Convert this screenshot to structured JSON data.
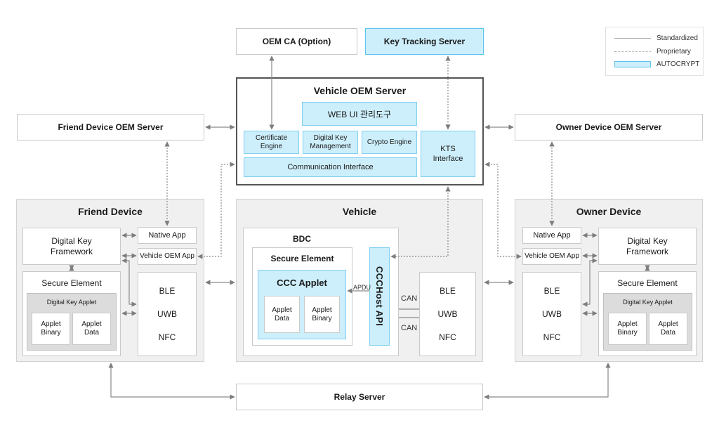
{
  "legend": {
    "standardized": "Standardized",
    "proprietary": "Proprietary",
    "autocrypt": "AUTOCRYPT"
  },
  "colors": {
    "autocrypt_fill": "#cdeefb",
    "autocrypt_border": "#7fd0f0",
    "group_fill": "#f0f0f0",
    "connector": "#8a8a8a"
  },
  "top": {
    "oem_ca": "OEM CA (Option)",
    "key_tracking_server": "Key Tracking Server"
  },
  "vehicle_oem_server": {
    "title": "Vehicle OEM Server",
    "web_ui": "WEB UI 관리도구",
    "certificate_engine": "Certificate Engine",
    "digital_key_management": "Digital Key Management",
    "crypto_engine": "Crypto Engine",
    "communication_interface": "Communication Interface",
    "kts_interface": "KTS Interface"
  },
  "friend_device_oem_server": "Friend Device OEM Server",
  "owner_device_oem_server": "Owner Device OEM Server",
  "friend_device": {
    "title": "Friend Device",
    "digital_key_framework": "Digital Key Framework",
    "native_app": "Native App",
    "vehicle_oem_app": "Vehicle OEM App",
    "secure_element": "Secure Element",
    "digital_key_applet": "Digital Key Applet",
    "applet_binary": "Applet Binary",
    "applet_data": "Applet Data",
    "radios": [
      "BLE",
      "UWB",
      "NFC"
    ]
  },
  "vehicle": {
    "title": "Vehicle",
    "bdc": "BDC",
    "secure_element": "Secure Element",
    "ccc_applet": "CCC Applet",
    "applet_data": "Applet Data",
    "applet_binary": "Applet Binary",
    "ccc_host_api": "CCCHost API",
    "apdu": "APDU",
    "can_top": "CAN",
    "can_bottom": "CAN",
    "radios": [
      "BLE",
      "UWB",
      "NFC"
    ]
  },
  "owner_device": {
    "title": "Owner Device",
    "native_app": "Native App",
    "vehicle_oem_app": "Vehicle OEM App",
    "digital_key_framework": "Digital Key Framework",
    "secure_element": "Secure Element",
    "digital_key_applet": "Digital Key Applet",
    "applet_binary": "Applet Binary",
    "applet_data": "Applet Data",
    "radios": [
      "BLE",
      "UWB",
      "NFC"
    ]
  },
  "relay_server": "Relay Server"
}
